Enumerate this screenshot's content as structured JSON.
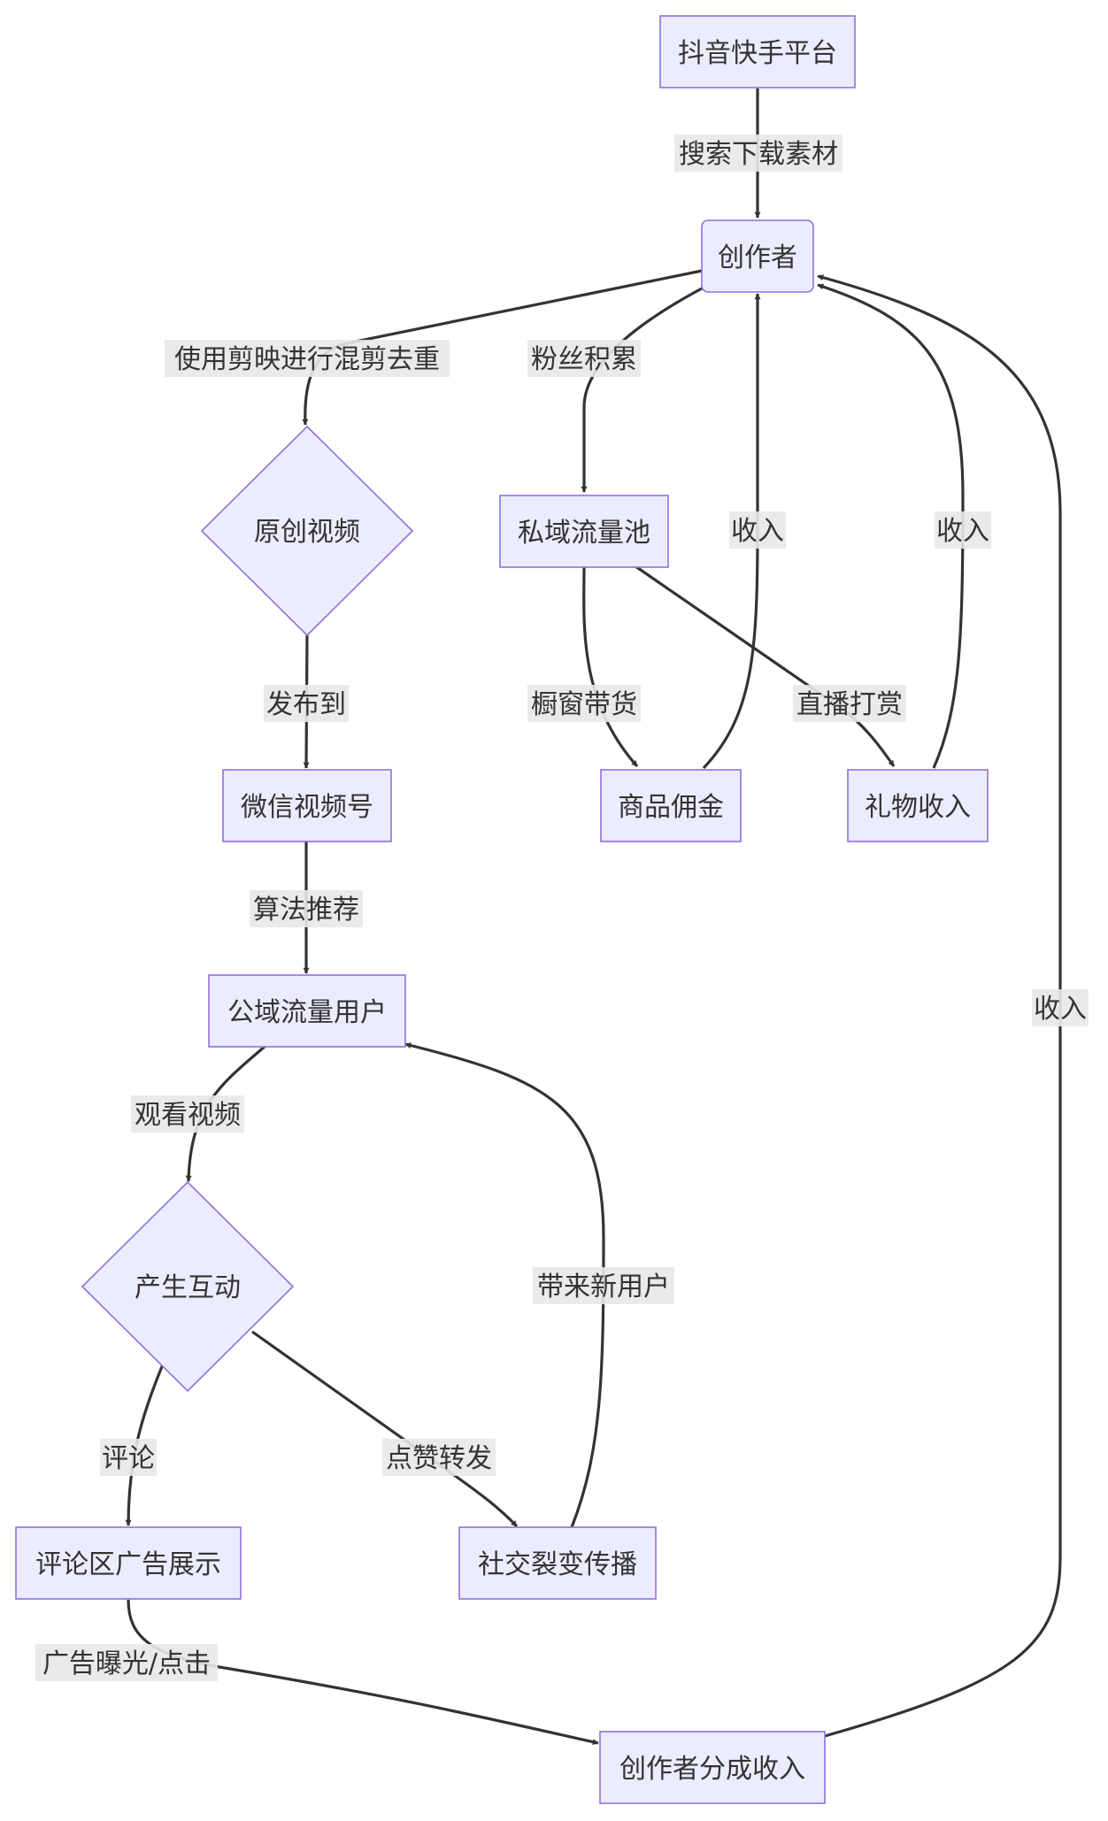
{
  "nodes": {
    "platform": "抖音快手平台",
    "creator": "创作者",
    "original_video": "原创视频",
    "private_pool": "私域流量池",
    "wechat_channels": "微信视频号",
    "commission": "商品佣金",
    "gift_income": "礼物收入",
    "public_users": "公域流量用户",
    "interaction": "产生互动",
    "comment_ads": "评论区广告展示",
    "social_spread": "社交裂变传播",
    "revenue_share": "创作者分成收入"
  },
  "edges": {
    "download": "搜索下载素材",
    "remix": "使用剪映进行混剪去重",
    "fans": "粉丝积累",
    "publish": "发布到",
    "window_sales": "橱窗带货",
    "live_tips": "直播打赏",
    "income_commission": "收入",
    "income_gift": "收入",
    "algorithm": "算法推荐",
    "watch": "观看视频",
    "comment": "评论",
    "like_share": "点赞转发",
    "new_users": "带来新用户",
    "ad_exposure": "广告曝光/点击",
    "income_share": "收入"
  }
}
